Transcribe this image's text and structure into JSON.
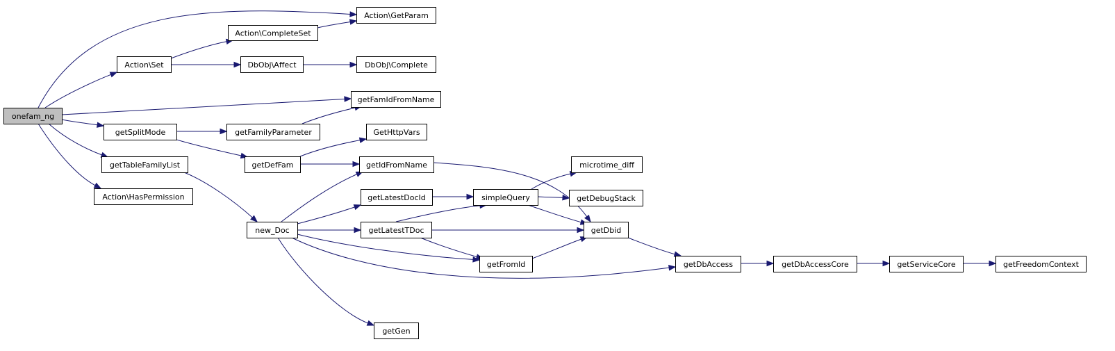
{
  "graph": {
    "nodes": [
      {
        "id": "onefam_ng",
        "label": "onefam_ng",
        "root": true
      },
      {
        "id": "getparam",
        "label": "Action\\GetParam"
      },
      {
        "id": "completeset",
        "label": "Action\\CompleteSet"
      },
      {
        "id": "set",
        "label": "Action\\Set"
      },
      {
        "id": "affect",
        "label": "DbObj\\Affect"
      },
      {
        "id": "complete",
        "label": "DbObj\\Complete"
      },
      {
        "id": "getfamid",
        "label": "getFamIdFromName"
      },
      {
        "id": "getsplitmode",
        "label": "getSplitMode"
      },
      {
        "id": "getfamilyparam",
        "label": "getFamilyParameter"
      },
      {
        "id": "gethttpvars",
        "label": "GetHttpVars"
      },
      {
        "id": "gettablefamilylist",
        "label": "getTableFamilyList"
      },
      {
        "id": "getdeffam",
        "label": "getDefFam"
      },
      {
        "id": "getidfromname",
        "label": "getIdFromName"
      },
      {
        "id": "microtime",
        "label": "microtime_diff"
      },
      {
        "id": "haspermission",
        "label": "Action\\HasPermission"
      },
      {
        "id": "getlatestdocid",
        "label": "getLatestDocId"
      },
      {
        "id": "simplequery",
        "label": "simpleQuery"
      },
      {
        "id": "getdebugstack",
        "label": "getDebugStack"
      },
      {
        "id": "newdoc",
        "label": "new_Doc"
      },
      {
        "id": "getlatesttdoc",
        "label": "getLatestTDoc"
      },
      {
        "id": "getdbid",
        "label": "getDbid"
      },
      {
        "id": "getfromid",
        "label": "getFromId"
      },
      {
        "id": "getdbaccess",
        "label": "getDbAccess"
      },
      {
        "id": "getdbaccesscore",
        "label": "getDbAccessCore"
      },
      {
        "id": "getservicecore",
        "label": "getServiceCore"
      },
      {
        "id": "getfreedomcontext",
        "label": "getFreedomContext"
      },
      {
        "id": "getgen",
        "label": "getGen"
      }
    ],
    "edges": [
      [
        "onefam_ng",
        "getparam"
      ],
      [
        "onefam_ng",
        "set"
      ],
      [
        "onefam_ng",
        "getfamid"
      ],
      [
        "onefam_ng",
        "getsplitmode"
      ],
      [
        "onefam_ng",
        "gettablefamilylist"
      ],
      [
        "onefam_ng",
        "haspermission"
      ],
      [
        "set",
        "completeset"
      ],
      [
        "set",
        "affect"
      ],
      [
        "completeset",
        "getparam"
      ],
      [
        "affect",
        "complete"
      ],
      [
        "getsplitmode",
        "getfamilyparam"
      ],
      [
        "getsplitmode",
        "getdeffam"
      ],
      [
        "getfamilyparam",
        "getfamid"
      ],
      [
        "getdeffam",
        "gethttpvars"
      ],
      [
        "getdeffam",
        "getidfromname"
      ],
      [
        "gettablefamilylist",
        "newdoc"
      ],
      [
        "getidfromname",
        "getdbid"
      ],
      [
        "newdoc",
        "getidfromname"
      ],
      [
        "newdoc",
        "getlatestdocid"
      ],
      [
        "newdoc",
        "getlatesttdoc"
      ],
      [
        "newdoc",
        "getfromid"
      ],
      [
        "newdoc",
        "getdbaccess"
      ],
      [
        "newdoc",
        "getgen"
      ],
      [
        "getlatestdocid",
        "simplequery"
      ],
      [
        "getlatesttdoc",
        "simplequery"
      ],
      [
        "getlatesttdoc",
        "getdbid"
      ],
      [
        "getlatesttdoc",
        "getfromid"
      ],
      [
        "simplequery",
        "microtime"
      ],
      [
        "simplequery",
        "getdebugstack"
      ],
      [
        "simplequery",
        "getdbid"
      ],
      [
        "getfromid",
        "getdbid"
      ],
      [
        "getdbid",
        "getdbaccess"
      ],
      [
        "getdbaccess",
        "getdbaccesscore"
      ],
      [
        "getdbaccesscore",
        "getservicecore"
      ],
      [
        "getservicecore",
        "getfreedomcontext"
      ]
    ]
  }
}
